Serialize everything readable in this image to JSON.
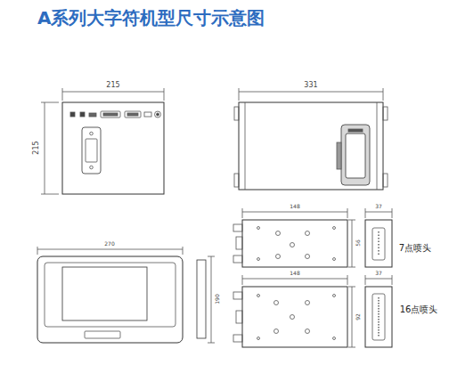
{
  "diagram": {
    "title": "A系列大字符机型尺寸示意图",
    "labels": [
      "215",
      "215",
      "331",
      "148",
      "37",
      "56",
      "7点喷头",
      "148",
      "37",
      "92",
      "16点喷头",
      "270",
      "190"
    ]
  }
}
